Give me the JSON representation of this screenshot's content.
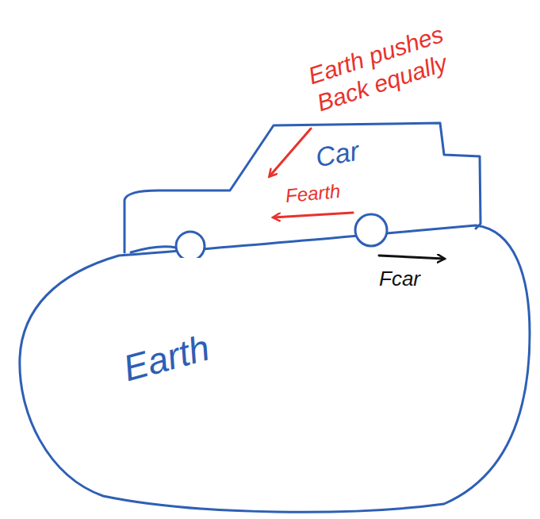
{
  "diagram": {
    "nodes": [
      {
        "text": [
          "Car"
        ]
      },
      {
        "text": [
          "Earth"
        ]
      }
    ],
    "labels": [
      "Earth pushes Back equally",
      "Fearth",
      "Fcar"
    ]
  }
}
